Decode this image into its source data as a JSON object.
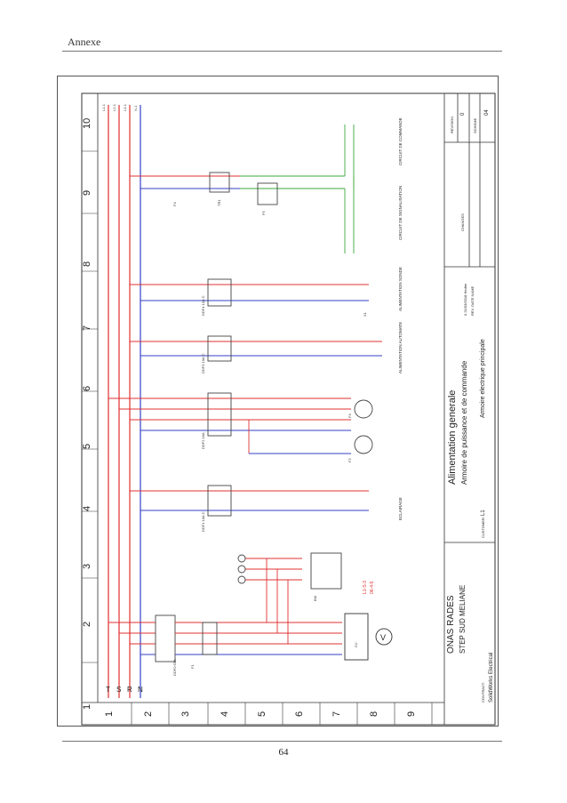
{
  "header": {
    "title": "Annexe"
  },
  "footer": {
    "page_number": "64"
  },
  "drawing": {
    "zone_numbers": [
      "1",
      "2",
      "3",
      "4",
      "5",
      "6",
      "7",
      "8",
      "9",
      "10"
    ],
    "zone_numbers_bottom": [
      "1",
      "2",
      "3",
      "4",
      "5",
      "6",
      "7",
      "8",
      "9"
    ],
    "phases": [
      "T",
      "S",
      "R",
      "N"
    ],
    "phase_tags": [
      "L1-1",
      "L2-1",
      "L3-1",
      "N-1"
    ],
    "breakers": [
      "DDF0 63A",
      "DDF1 10A C",
      "DDF2 16A",
      "DDF3 10A C",
      "DDF4 10A C",
      "F1",
      "F2",
      "F3",
      "F4",
      "F5",
      "TR1",
      "BM",
      "CV",
      "X1"
    ],
    "circuit_labels": [
      "ECLAIRAGE",
      "ALIMENTATION AUTOMATE",
      "ALIMENTATION SONDE",
      "CIRCUIT DE SIGNALISATION",
      "CIRCUIT DE COMMANDE"
    ],
    "lamps": [
      "F2",
      "F3"
    ],
    "annotation_red": [
      "L1-S-3",
      "06-4-5"
    ],
    "voltmeter": "V",
    "title_block": {
      "company": "ONAS RADES",
      "site": "STEP SUD MELIANE",
      "title_main": "Alimentation generale",
      "title_sub": "Armoire de puissance et de commande",
      "cabinet": "Armoire electrique principale",
      "folio": "L1",
      "contract_label": "CONTRACT:",
      "customer_label": "CUSTOMER:",
      "software": "SolidWorks Electrical",
      "revision_label": "REVISION",
      "revision": "0",
      "sheet_label": "SCHEME",
      "sheet": "04",
      "changes_label": "CHANGES",
      "rev_row": "0  21/03/2018  Hedhe",
      "rev_cols": "REV.  DATE  NAME"
    }
  },
  "colors": {
    "phase_line": "#e03030",
    "neutral_line": "#3340c8",
    "command_line": "#3aa83a",
    "frame": "#333333"
  }
}
